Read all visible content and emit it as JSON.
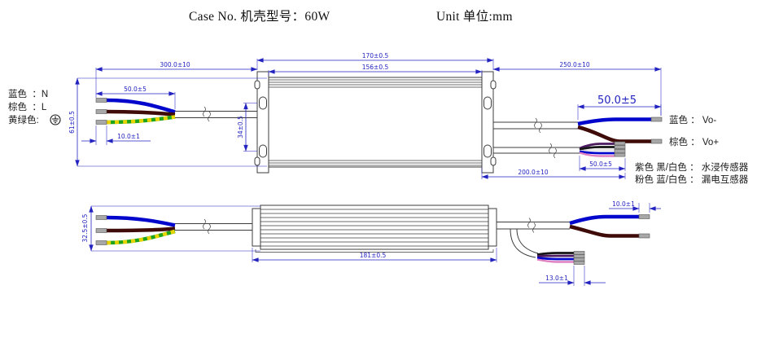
{
  "header": {
    "case_label": "Case No. 机壳型号：60W",
    "unit_label": "Unit 单位:mm"
  },
  "colors": {
    "dim": "#2323c0",
    "outline": "#3c3c3c",
    "wire_blue": "#0006cc",
    "wire_brown": "#3f0b08",
    "wire_green": "#1ea31c",
    "wire_yellow": "#e8d400",
    "wire_purple": "#4b1a5e",
    "wire_black": "#161616",
    "wire_pink": "#e080c0",
    "wire_white": "#dcdcdc",
    "tin": "#a8a8a8"
  },
  "left_labels": {
    "blue": "蓝色  ：N",
    "brown": "棕色  ：L",
    "yellow_green": "黄绿色:"
  },
  "right_labels": {
    "vo_minus": "蓝色 ： Vo-",
    "vo_plus": "棕色 ： Vo+",
    "water_sensor": "紫色 黑/白色 ： 水浸传感器",
    "leakage_sensor": "粉色 蓝/白色 ： 漏电互感器"
  },
  "top_view": {
    "dim_input_cable": "300.0±10",
    "dim_mounting_span": "170±0.5",
    "dim_body_length": "156±0.5",
    "dim_output_cable": "250.0±10",
    "dim_input_strip": "50.0±5",
    "dim_input_tin": "10.0±1",
    "dim_height": "61±0.5",
    "dim_bracket_holes": "34±0.5",
    "dim_output_strip": "50.0±5",
    "dim_sensor_strip": "50.0±5",
    "dim_sensor_cable": "200.0±10"
  },
  "bottom_view": {
    "dim_width": "32.5±0.5",
    "dim_total_length": "181±0.5",
    "dim_output_tin": "10.0±1",
    "dim_sensor_tin": "13.0±1"
  }
}
